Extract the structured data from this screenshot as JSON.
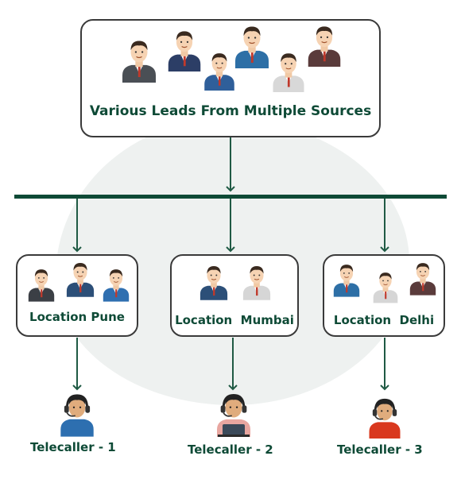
{
  "sources": {
    "label": "Various Leads From Multiple Sources"
  },
  "locations": [
    {
      "label": "Location Pune"
    },
    {
      "label": "Location  Mumbai"
    },
    {
      "label": "Location  Delhi"
    }
  ],
  "telecallers": [
    {
      "label": "Telecaller - 1"
    },
    {
      "label": "Telecaller - 2"
    },
    {
      "label": "Telecaller - 3"
    }
  ],
  "colors": {
    "accent": "#0e4a36",
    "line": "#1f5a44",
    "background_blob": "#eef1f0"
  },
  "icons": [
    "person-icon",
    "headset-agent-icon",
    "laptop-agent-icon",
    "headset-agent-icon"
  ]
}
